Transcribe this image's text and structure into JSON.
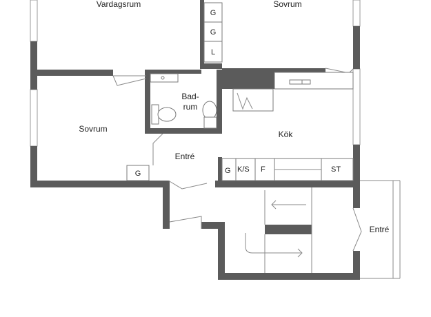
{
  "rooms": {
    "vardagsrum": "Vardagsrum",
    "sovrum_top": "Sovrum",
    "sovrum_left": "Sovrum",
    "badrum_line1": "Bad-",
    "badrum_line2": "rum",
    "kok": "Kök",
    "entre_main": "Entré",
    "entre_side": "Entré"
  },
  "fixtures": {
    "closet_g1": "G",
    "closet_g2": "G",
    "closet_l": "L",
    "closet_g_sovrum": "G",
    "closet_g_entre": "G",
    "kitchen_ks": "K/S",
    "kitchen_f": "F",
    "kitchen_st": "ST"
  },
  "colors": {
    "wall": "#5b5b5b",
    "background": "#ffffff"
  }
}
